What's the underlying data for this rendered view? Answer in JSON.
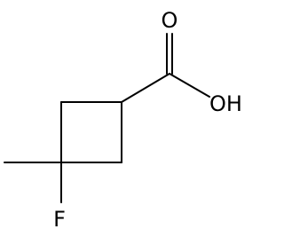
{
  "molecule": {
    "atoms": {
      "carbonyl_oxygen": "O",
      "hydroxyl": "OH",
      "fluorine": "F"
    },
    "colors": {
      "bond": "#000000",
      "label": "#000000",
      "background": "#ffffff"
    }
  }
}
